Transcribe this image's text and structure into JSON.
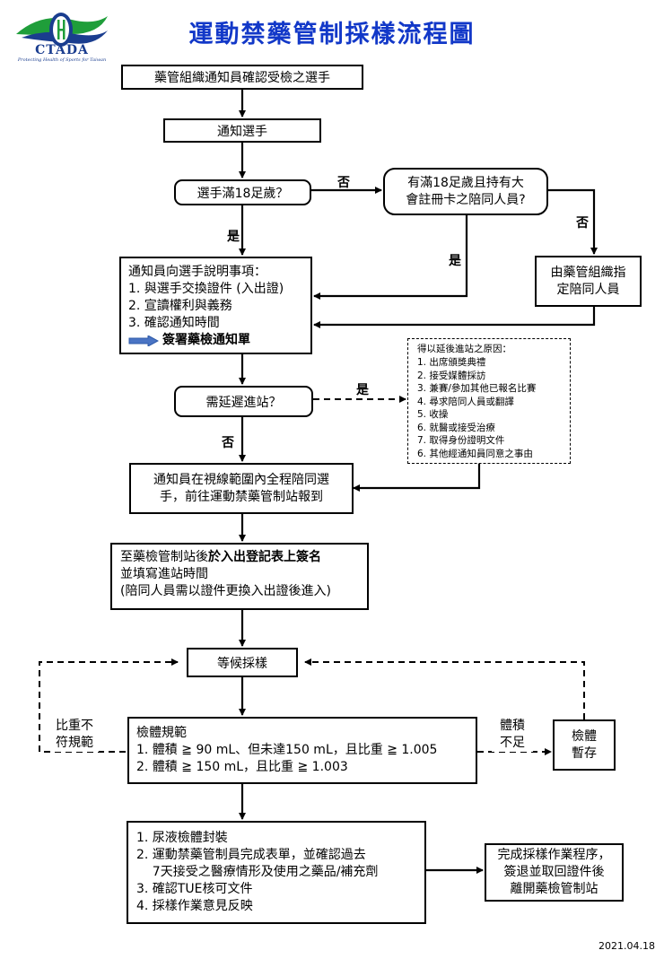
{
  "logo": {
    "name": "CTADA",
    "tagline": "Protecting Health of Sports for Taiwan"
  },
  "title": "運動禁藥管制採樣流程圖",
  "nodes": {
    "n1": "藥管組織通知員確認受檢之選手",
    "n2": "通知選手",
    "n3": "選手滿18足歲？",
    "n4": [
      "有滿18足歲且持有大",
      "會註冊卡之陪同人員?"
    ],
    "n5": [
      "由藥管組織指",
      "定陪同人員"
    ],
    "n6": {
      "lines": [
        "通知員向選手說明事項：",
        "1. 與選手交換證件 (入出證)",
        "2. 宣讀權利與義務",
        "3. 確認通知時間"
      ],
      "sign": "簽署藥檢通知單"
    },
    "n7": "需延遲進站？",
    "n8": {
      "heading": "得以延後進站之原因：",
      "items": [
        "1. 出席頒獎典禮",
        "2. 接受媒體採訪",
        "3. 兼賽/參加其他已報名比賽",
        "4. 尋求陪同人員或翻譯",
        "5. 收操",
        "6. 就醫或接受治療",
        "7. 取得身份證明文件",
        "6. 其他經通知員同意之事由"
      ]
    },
    "n9": [
      "通知員在視線範圍內全程陪同選",
      "手，前往運動禁藥管制站報到"
    ],
    "n10": {
      "pre": "至藥檢管制站後",
      "bold": "於入出登記表上簽名",
      "lines": [
        "並填寫進站時間",
        "(陪同人員需以證件更換入出證後進入)"
      ]
    },
    "n11": "等候採樣",
    "n12": [
      "檢體規範",
      "1. 體積 ≧ 90 mL、但未達150 mL，且比重 ≧ 1.005",
      "2. 體積 ≧ 150 mL，且比重 ≧ 1.003"
    ],
    "n13": [
      "檢體",
      "暫存"
    ],
    "n14": [
      "1. 尿液檢體封裝",
      "2. 運動禁藥管制員完成表單，並確認過去",
      "    7天接受之醫療情形及使用之藥品/補充劑",
      "3. 確認TUE核可文件",
      "4. 採樣作業意見反映"
    ],
    "n15": [
      "完成採樣作業程序，",
      "簽退並取回證件後",
      "離開藥檢管制站"
    ]
  },
  "labels": {
    "no": "否",
    "yes": "是",
    "sg_fail": [
      "比重不",
      "符規範"
    ],
    "vol_fail": [
      "體積",
      "不足"
    ]
  },
  "date": "2021.04.18",
  "colors": {
    "title": "#1238c8",
    "logo_blue": "#1a3d8f",
    "logo_green": "#1f9e3a",
    "arrow_fill": "#4a74c4"
  }
}
